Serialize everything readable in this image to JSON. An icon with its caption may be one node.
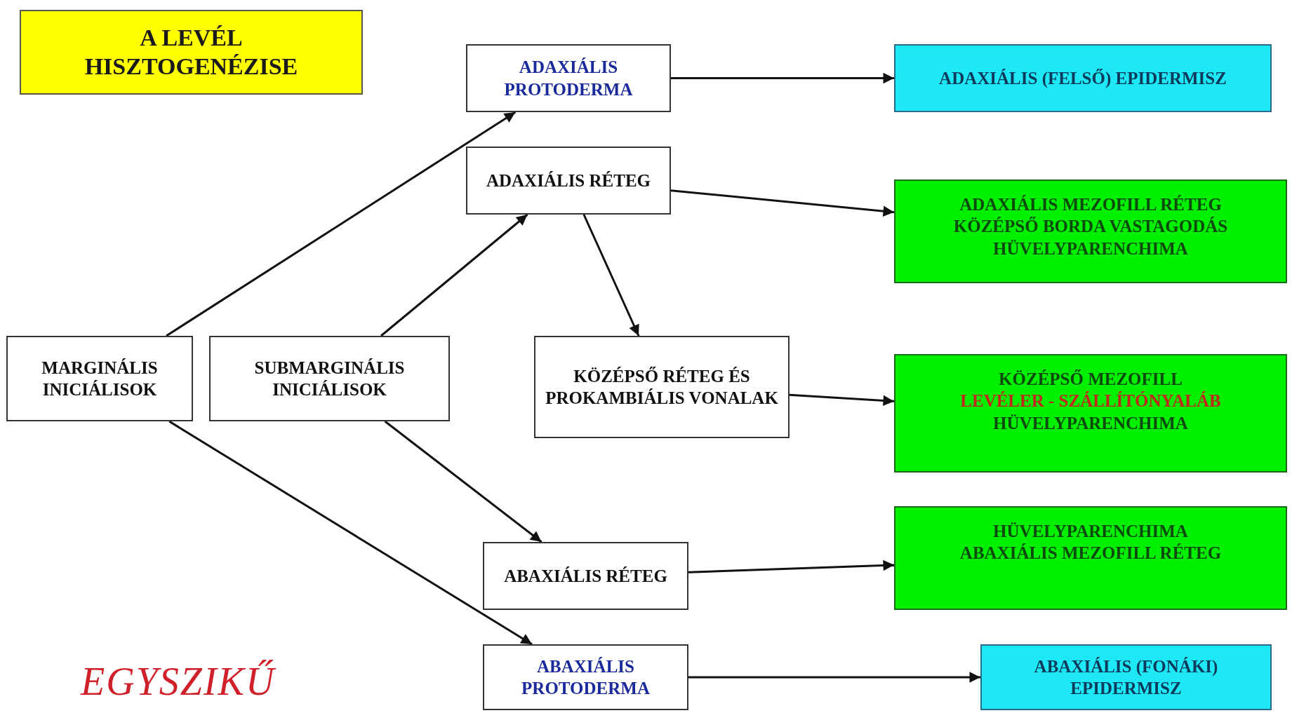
{
  "diagram": {
    "title": "A LEVÉL HISZTOGENÉZISE",
    "nodes": [
      {
        "text": [
          "ADAXIÁLIS PROTODERMA"
        ]
      },
      {
        "text": [
          "ADAXIÁLIS (FELSŐ) EPIDERMISZ"
        ]
      },
      {
        "text": [
          "ADAXIÁLIS RÉTEG"
        ]
      },
      {
        "text": [
          "ADAXIÁLIS MEZOFILL RÉTEG",
          "KÖZÉPSŐ BORDA VASTAGODÁS",
          "HÜVELYPARENCHIMA"
        ]
      },
      {
        "text": [
          "MARGINÁLIS INICIÁLISOK"
        ]
      },
      {
        "text": [
          "SUBMARGINÁLIS INICIÁLISOK"
        ]
      },
      {
        "text": [
          "KÖZÉPSŐ RÉTEG ÉS PROKAMBIÁLIS VONALAK"
        ]
      },
      {
        "text": [
          "KÖZÉPSŐ MEZOFILL",
          "LEVÉLER - SZÁLLÍTÓNYALÁB",
          "HÜVELYPARENCHIMA"
        ]
      },
      {
        "text": [
          "HÜVELYPARENCHIMA",
          "ABAXIÁLIS MEZOFILL RÉTEG"
        ]
      },
      {
        "text": [
          "ABAXIÁLIS RÉTEG"
        ]
      },
      {
        "text": [
          "ABAXIÁLIS PROTODERMA"
        ]
      },
      {
        "text": [
          "ABAXIÁLIS (FONÁKI) EPIDERMISZ"
        ]
      }
    ],
    "edges": [
      {
        "from": 4,
        "to": 0,
        "arrow": "to"
      },
      {
        "from": 5,
        "to": 2,
        "arrow": "to"
      },
      {
        "from": 0,
        "to": 1,
        "arrow": "to"
      },
      {
        "from": 2,
        "to": 3,
        "arrow": "to"
      },
      {
        "from": 2,
        "to": 6,
        "arrow": "to"
      },
      {
        "from": 6,
        "to": 7,
        "arrow": "to"
      },
      {
        "from": 5,
        "to": 9,
        "arrow": "to"
      },
      {
        "from": 4,
        "to": 10,
        "arrow": "to"
      },
      {
        "from": 9,
        "to": 8,
        "arrow": "to"
      },
      {
        "from": 10,
        "to": 11,
        "arrow": "to"
      }
    ],
    "labels": [
      "EGYSZIKŰ"
    ]
  }
}
